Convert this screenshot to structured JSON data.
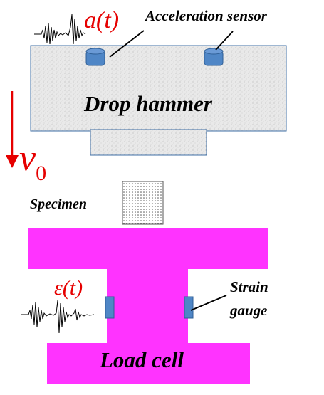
{
  "labels": {
    "acceleration_symbol": "a(t)",
    "acceleration_sensor": "Acceleration sensor",
    "drop_hammer": "Drop hammer",
    "velocity": "v",
    "velocity_subscript": "0",
    "specimen": "Specimen",
    "strain_symbol": "ε(t)",
    "strain_gauge_line1": "Strain",
    "strain_gauge_line2": "gauge",
    "load_cell": "Load cell"
  },
  "colors": {
    "hammer_fill": "#e8e8e8",
    "hammer_border": "#3f6fa6",
    "sensor": "#4f86c6",
    "load_cell": "#ff33ff",
    "arrow": "#e60000",
    "signal_label": "#e60000",
    "specimen_dots": "#555555"
  }
}
